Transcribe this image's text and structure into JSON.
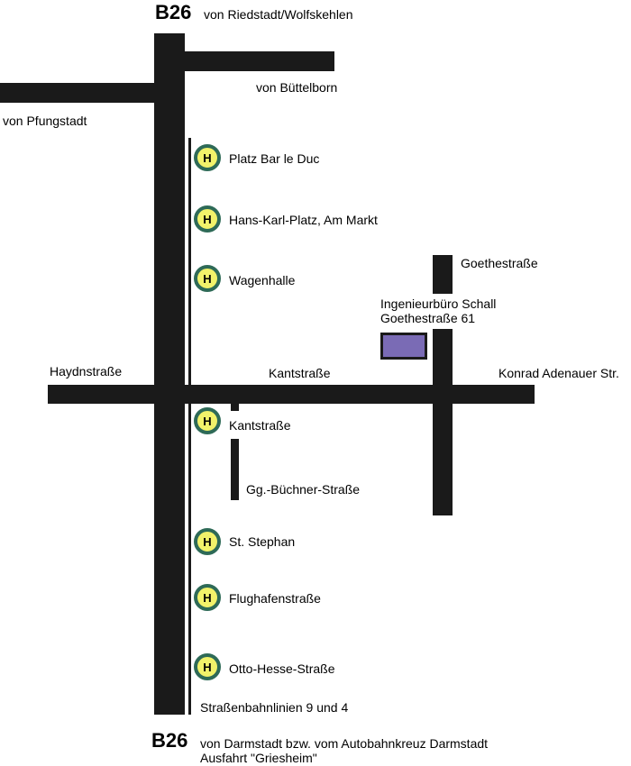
{
  "colors": {
    "road": "#1a1a1a",
    "stop_ring": "#2e6a57",
    "stop_fill": "#f2f26a",
    "office": "#7a6bb5"
  },
  "top": {
    "route": "B26",
    "route_text": "von Riedstadt/Wolfskehlen"
  },
  "labels": {
    "buettelborn": "von Büttelborn",
    "pfungstadt": "von Pfungstadt",
    "goethestrasse": "Goethestraße",
    "office_name": "Ingenieurbüro Schall",
    "office_address": "Goethestraße 61",
    "haydnstrasse": "Haydnstraße",
    "kantstrasse": "Kantstraße",
    "adenauer": "Konrad Adenauer Str.",
    "bueuchner": "Gg.-Büchner-Straße",
    "tram_lines": "Straßenbahnlinien 9 und 4"
  },
  "stop_symbol": "H",
  "stop_icon": "bus-stop-icon",
  "stops": [
    "Platz Bar le Duc",
    "Hans-Karl-Platz, Am Markt",
    "Wagenhalle",
    "Kantstraße",
    "St. Stephan",
    "Flughafenstraße",
    "Otto-Hesse-Straße"
  ],
  "bottom": {
    "route": "B26",
    "route_text_line1": "von Darmstadt bzw. vom Autobahnkreuz Darmstadt",
    "route_text_line2": "Ausfahrt \"Griesheim\""
  }
}
